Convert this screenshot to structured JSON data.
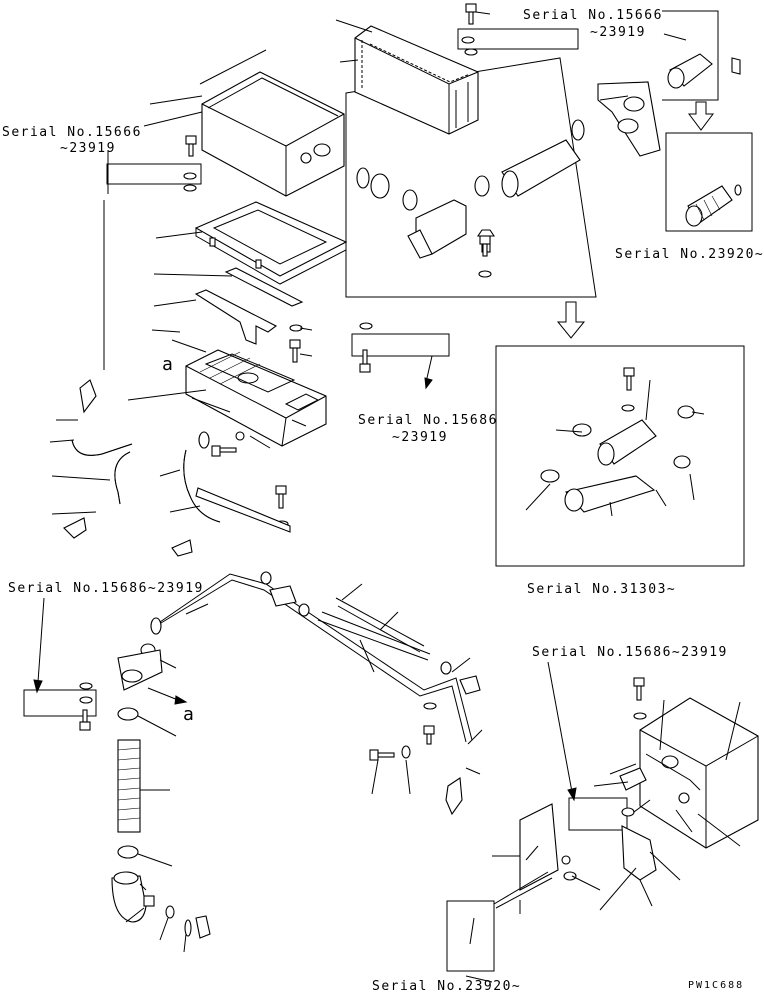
{
  "serial_labels": [
    "Serial No.15666",
    "~23919",
    "Serial No.15666",
    "~23919",
    "Serial No.23920~",
    "Serial No.15686",
    "~23919",
    "Serial No.31303~",
    "Serial No.15686~23919",
    "Serial No.15686~23919",
    "Serial No.23920~"
  ],
  "ref_marks": [
    "a",
    "a"
  ],
  "figure_code": "PW1C688",
  "colors": {
    "line": "#000000",
    "background": "#ffffff"
  }
}
